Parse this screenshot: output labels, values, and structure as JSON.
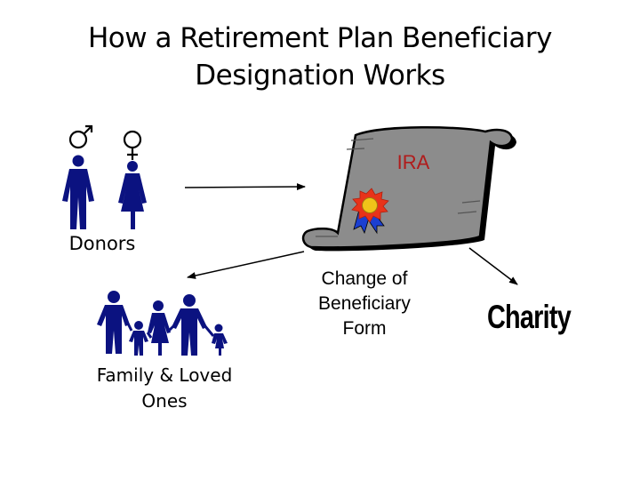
{
  "title": {
    "line1": "How a Retirement Plan Beneficiary",
    "line2": "Designation Works"
  },
  "nodes": {
    "donors": "Donors",
    "ira": "IRA",
    "change_form": {
      "line1": "Change of",
      "line2": "Beneficiary",
      "line3": "Form"
    },
    "family": {
      "line1": "Family & Loved",
      "line2": "Ones"
    },
    "charity": "Charity"
  },
  "icons": {
    "male": "male-symbol-icon",
    "female": "female-symbol-icon",
    "scroll": "scroll-document-icon",
    "ribbon": "award-ribbon-icon",
    "family": "family-silhouette-icon"
  },
  "colors": {
    "silhouette": "#0b1280",
    "scroll_fill": "#8c8c8c",
    "ira_text": "#b01c1c",
    "ribbon_red": "#e8331a",
    "ribbon_blue": "#1b3fd1"
  }
}
